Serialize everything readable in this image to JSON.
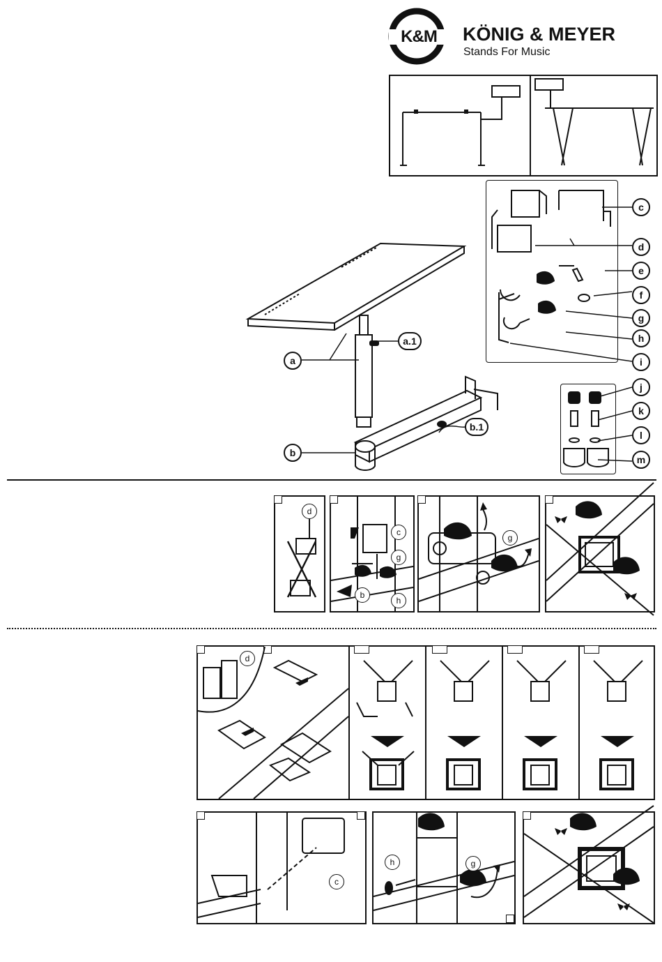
{
  "brand": {
    "logo_mark": "K&M",
    "name": "KÖNIG & MEYER",
    "tagline": "Stands For Music"
  },
  "parts": {
    "a": "a",
    "a1": "a.1",
    "b": "b",
    "b1": "b.1",
    "c": "c",
    "d": "d",
    "e": "e",
    "f": "f",
    "g": "g",
    "h": "h",
    "i": "i",
    "j": "j",
    "k": "k",
    "l": "l",
    "m": "m"
  },
  "step1": {
    "d": "d",
    "c": "c",
    "g": "g",
    "b": "b",
    "h": "h",
    "g2": "g"
  },
  "step2": {
    "d": "d",
    "c": "c",
    "h": "h",
    "g": "g"
  },
  "icons": [
    "table-icon",
    "arrow-icon",
    "knob-icon",
    "bracket-icon"
  ]
}
